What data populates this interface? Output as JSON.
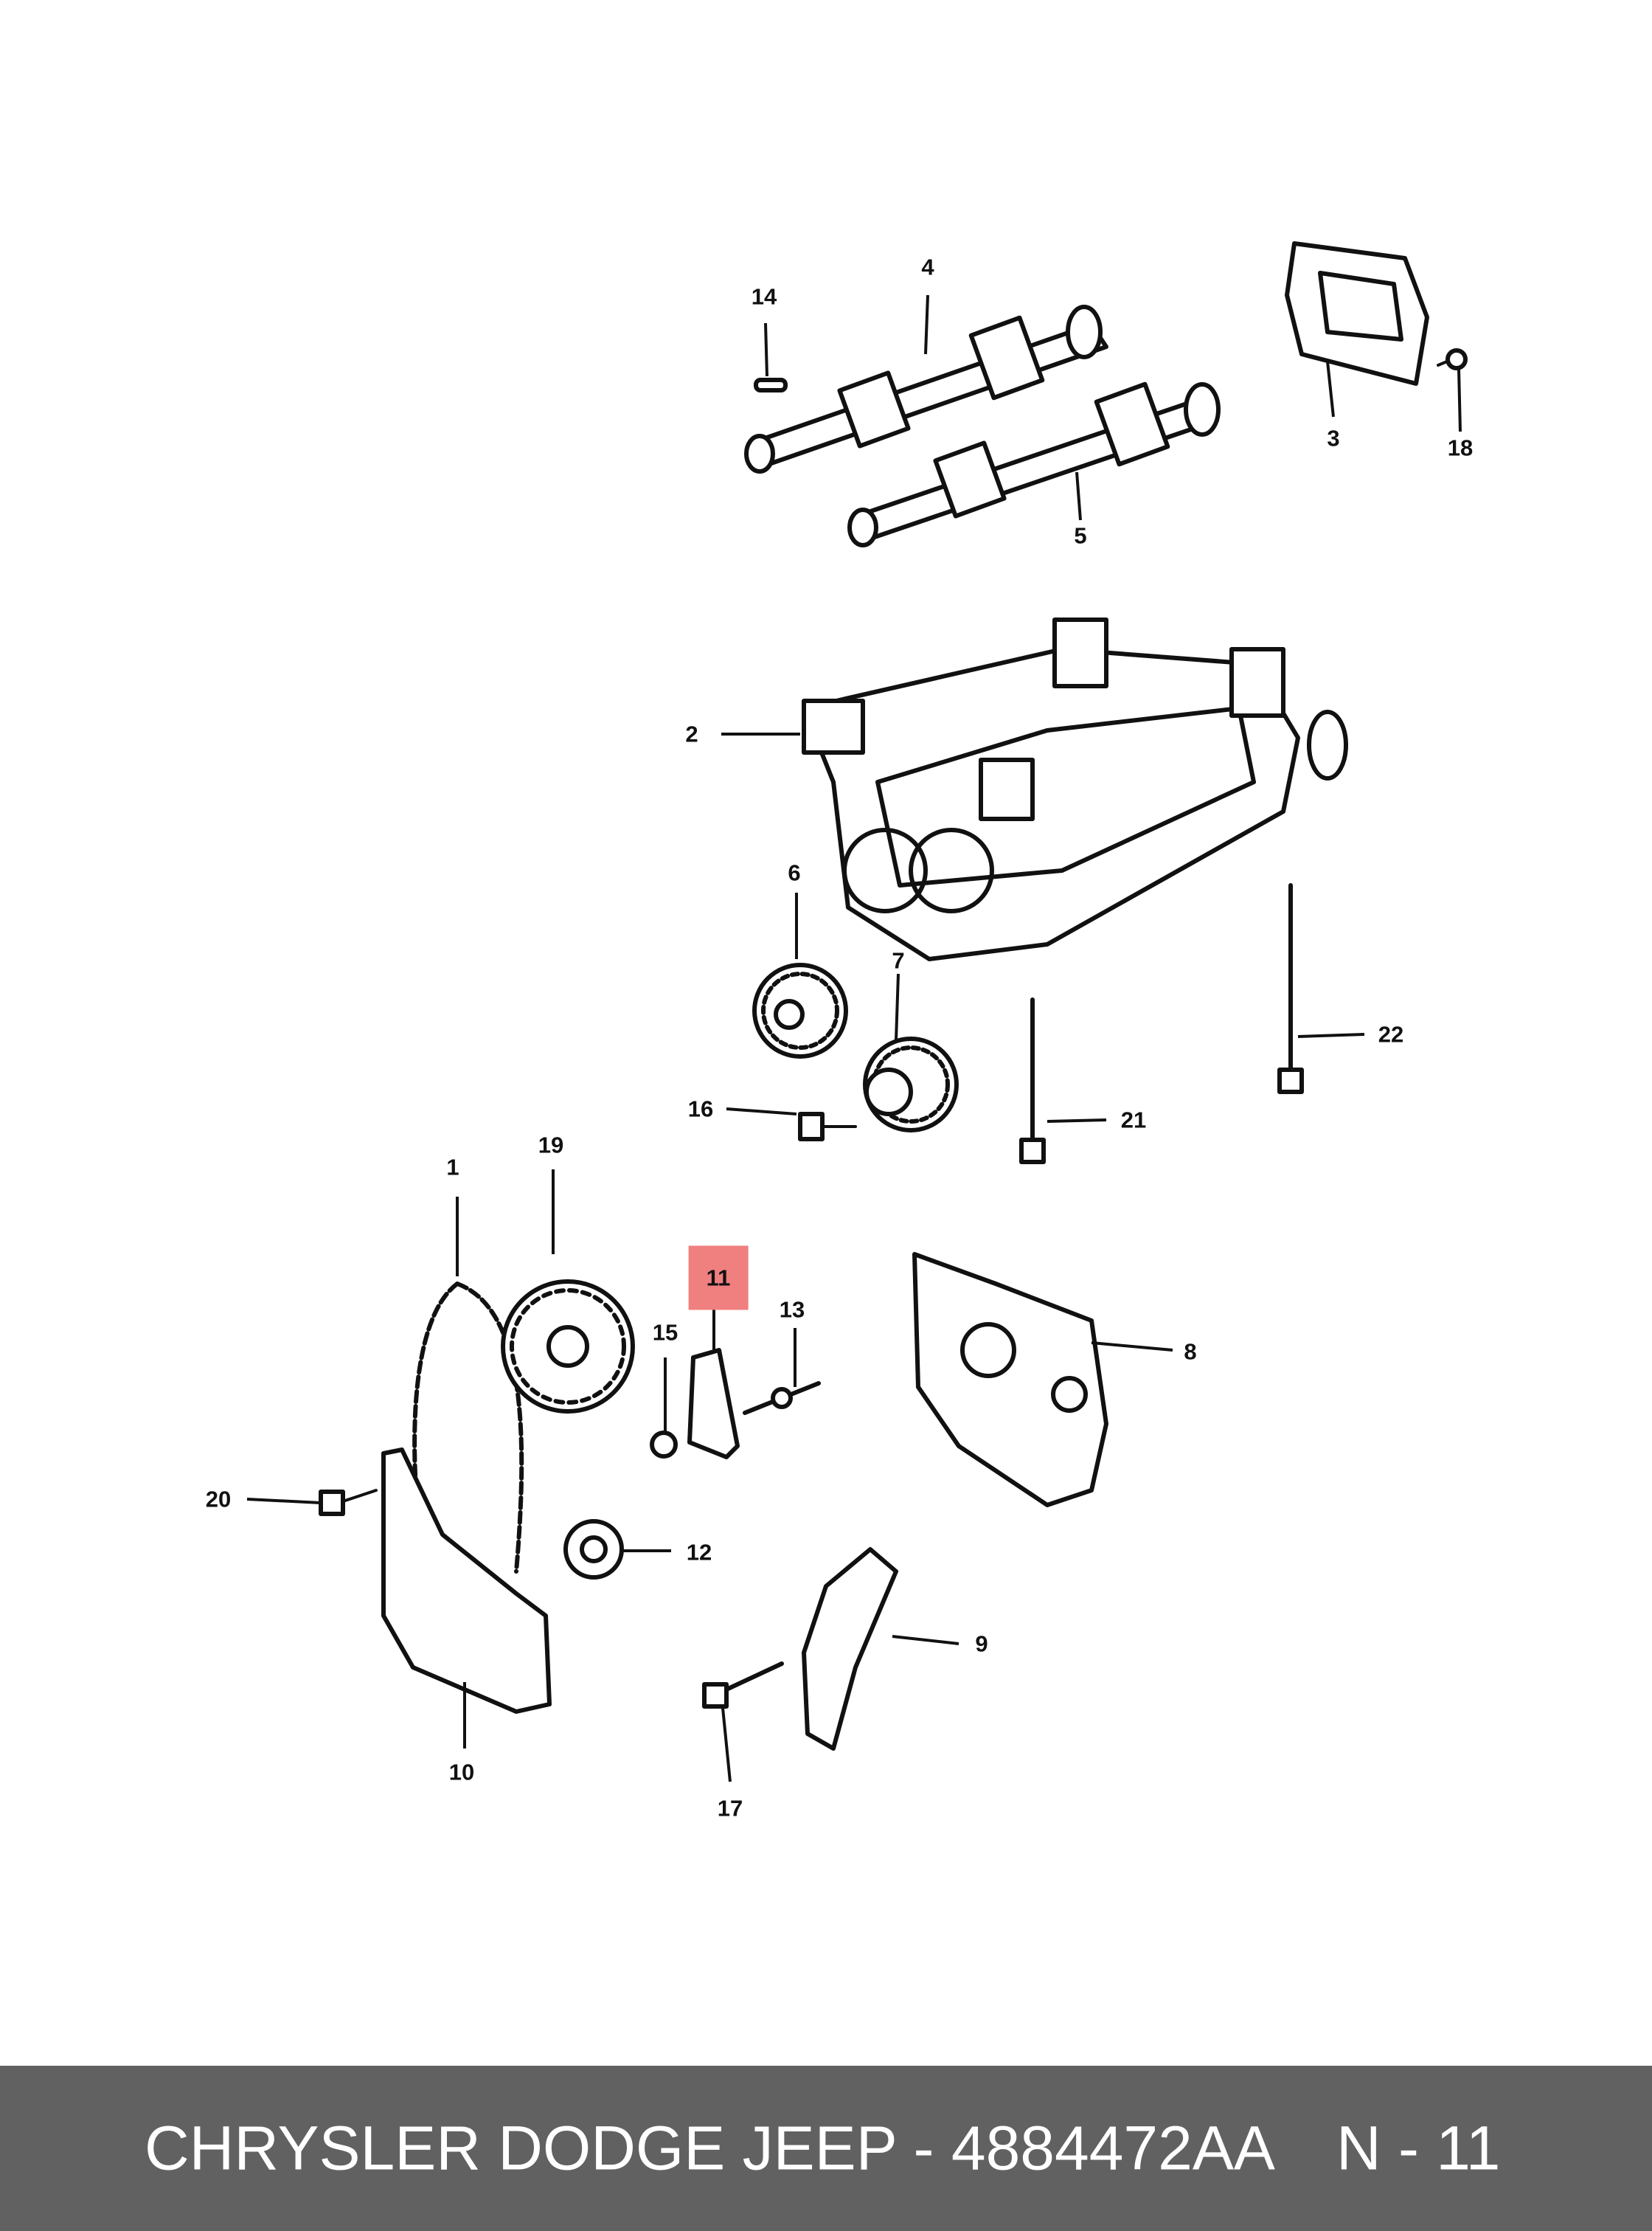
{
  "diagram": {
    "callouts": [
      {
        "id": "1",
        "label": "1"
      },
      {
        "id": "2",
        "label": "2"
      },
      {
        "id": "3",
        "label": "3"
      },
      {
        "id": "4",
        "label": "4"
      },
      {
        "id": "5",
        "label": "5"
      },
      {
        "id": "6",
        "label": "6"
      },
      {
        "id": "7",
        "label": "7"
      },
      {
        "id": "8",
        "label": "8"
      },
      {
        "id": "9",
        "label": "9"
      },
      {
        "id": "10",
        "label": "10"
      },
      {
        "id": "11",
        "label": "11",
        "highlighted": true
      },
      {
        "id": "12",
        "label": "12"
      },
      {
        "id": "13",
        "label": "13"
      },
      {
        "id": "14",
        "label": "14"
      },
      {
        "id": "15",
        "label": "15"
      },
      {
        "id": "16",
        "label": "16"
      },
      {
        "id": "17",
        "label": "17"
      },
      {
        "id": "18",
        "label": "18"
      },
      {
        "id": "19",
        "label": "19"
      },
      {
        "id": "20",
        "label": "20"
      },
      {
        "id": "21",
        "label": "21"
      },
      {
        "id": "22",
        "label": "22"
      }
    ],
    "highlight_color": "#f07f7f"
  },
  "footer": {
    "title": "CHRYSLER DODGE JEEP - 4884472AA",
    "page_code": "N - 11",
    "background_color": "#616161",
    "text_color": "#ffffff"
  }
}
